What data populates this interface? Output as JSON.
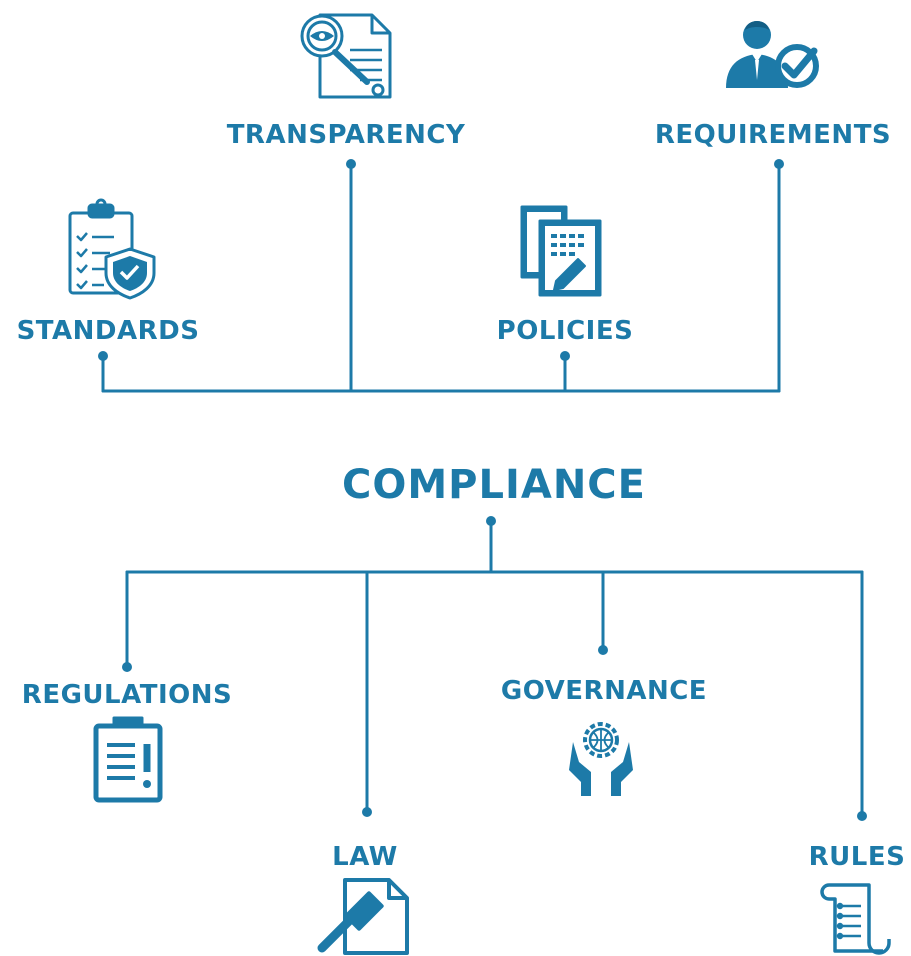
{
  "center": {
    "label": "COMPLIANCE"
  },
  "top_nodes": [
    {
      "label": "STANDARDS",
      "icon": "clipboard-shield-icon"
    },
    {
      "label": "TRANSPARENCY",
      "icon": "document-magnifier-icon"
    },
    {
      "label": "POLICIES",
      "icon": "documents-pen-icon"
    },
    {
      "label": "REQUIREMENTS",
      "icon": "businessman-check-icon"
    }
  ],
  "bottom_nodes": [
    {
      "label": "REGULATIONS",
      "icon": "clipboard-exclamation-icon"
    },
    {
      "label": "LAW",
      "icon": "gavel-document-icon"
    },
    {
      "label": "GOVERNANCE",
      "icon": "hands-globe-gear-icon"
    },
    {
      "label": "RULES",
      "icon": "scroll-icon"
    }
  ],
  "colors": {
    "accent": "#1d7aa8"
  }
}
